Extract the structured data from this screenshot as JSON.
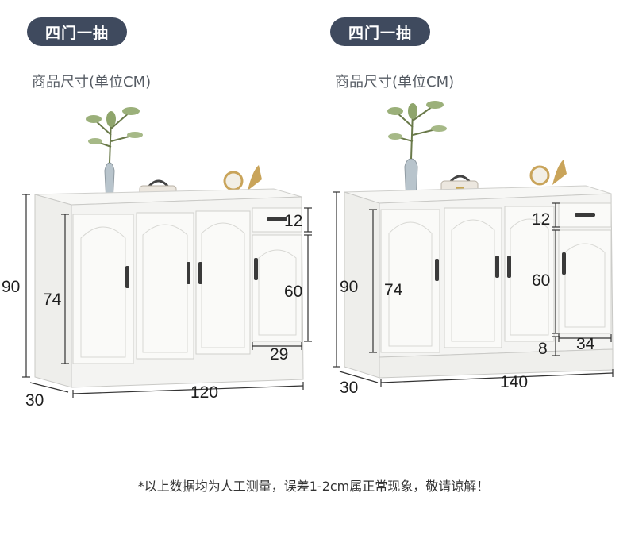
{
  "panels": [
    {
      "badge": "四门一抽",
      "subtitle": "商品尺寸(单位CM)",
      "dims": {
        "height_total": "90",
        "door_height": "74",
        "drawer_height": "12",
        "lower_door_height": "60",
        "drawer_width": "29",
        "depth": "30",
        "width": "120"
      }
    },
    {
      "badge": "四门一抽",
      "subtitle": "商品尺寸(单位CM)",
      "dims": {
        "height_total": "90",
        "door_height": "74",
        "drawer_height": "12",
        "lower_door_height": "60",
        "base_height": "8",
        "drawer_width": "34",
        "depth": "30",
        "width": "140"
      }
    }
  ],
  "footnote": "*以上数据均为人工测量，误差1-2cm属正常现象，敬请谅解！",
  "colors": {
    "badge_bg": "#3f4a5e",
    "cabinet_body": "#f4f4f2",
    "cabinet_edge": "#c9c9c6",
    "handle": "#3a3a3a"
  }
}
